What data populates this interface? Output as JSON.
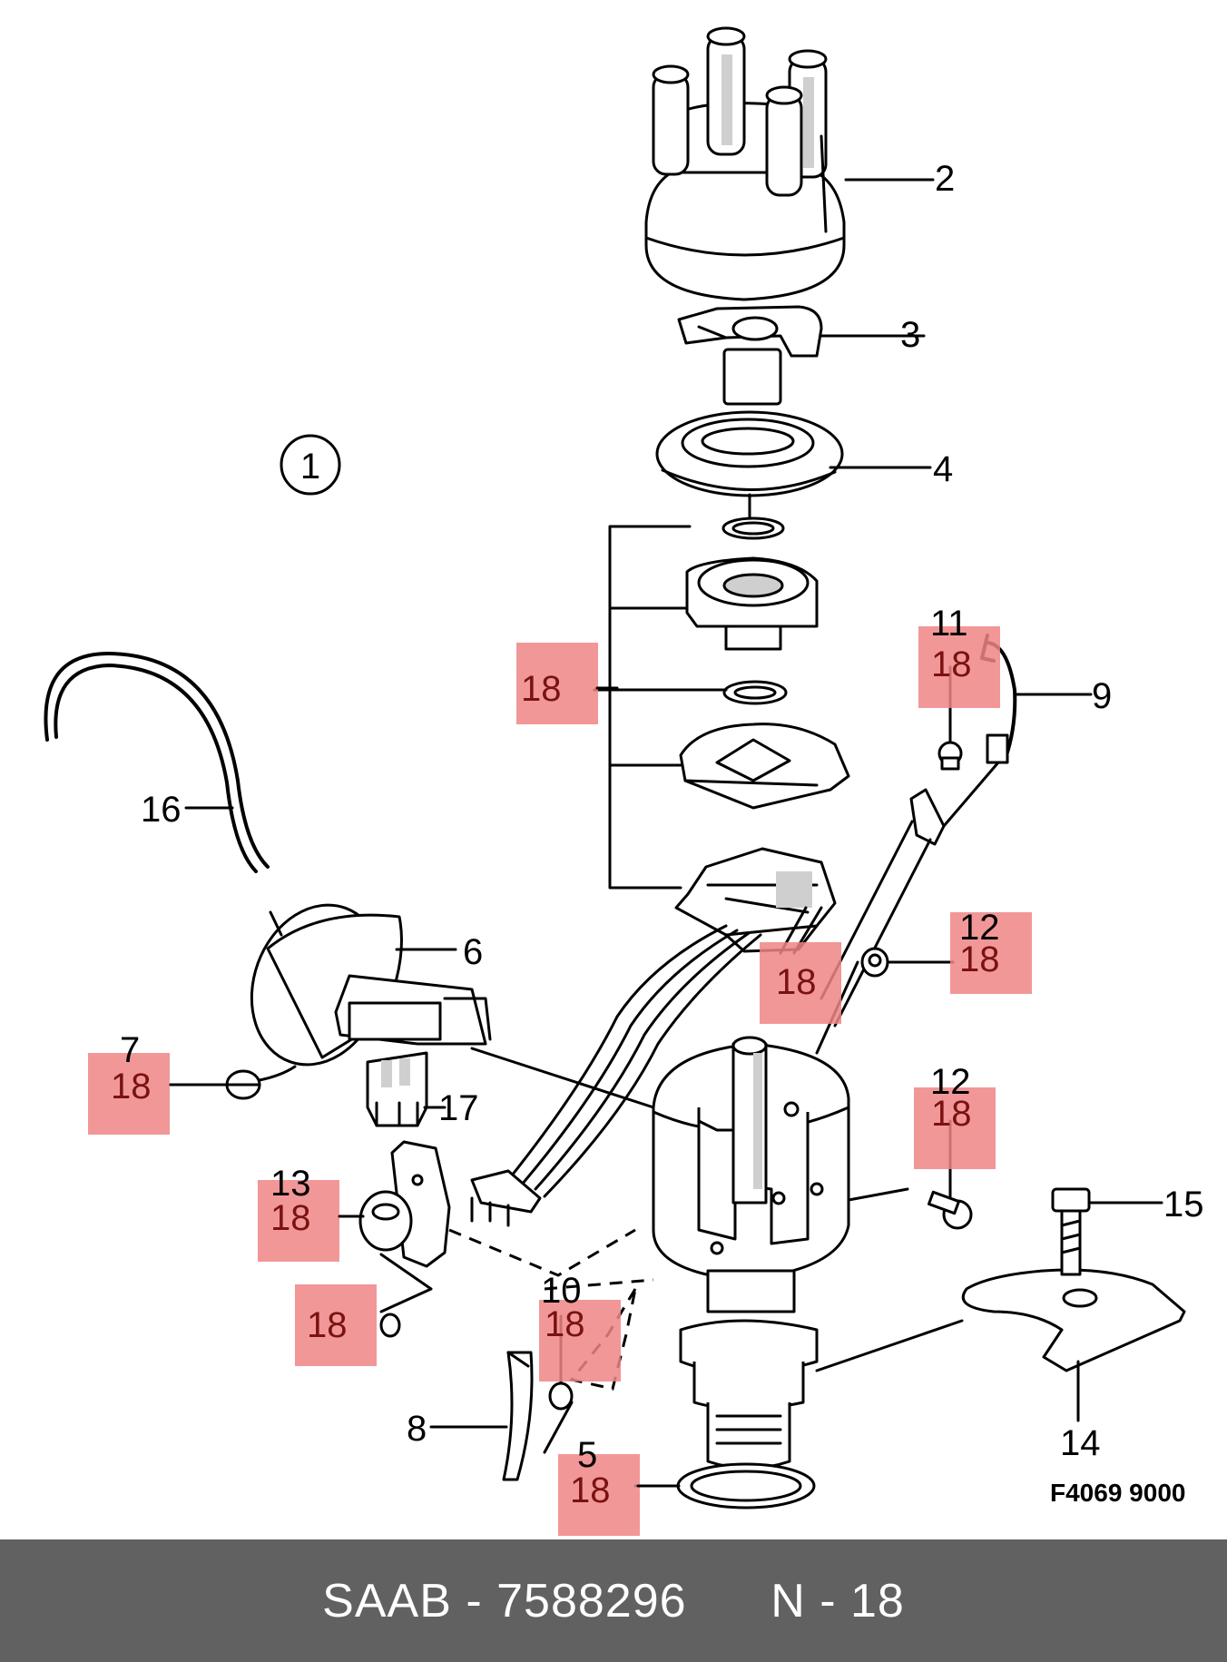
{
  "diagram": {
    "view_marker": "1",
    "figure_code": "F4069 9000",
    "callouts": [
      {
        "id": "2",
        "number": "2"
      },
      {
        "id": "3",
        "number": "3"
      },
      {
        "id": "4",
        "number": "4"
      },
      {
        "id": "5",
        "number": "5",
        "qty": "18"
      },
      {
        "id": "6",
        "number": "6"
      },
      {
        "id": "7",
        "number": "7",
        "qty": "18"
      },
      {
        "id": "8",
        "number": "8"
      },
      {
        "id": "9",
        "number": "9"
      },
      {
        "id": "10",
        "number": "10",
        "qty": "18"
      },
      {
        "id": "11",
        "number": "11",
        "qty": "18"
      },
      {
        "id": "12a",
        "number": "12",
        "qty": "18"
      },
      {
        "id": "12b",
        "number": "12",
        "qty": "18"
      },
      {
        "id": "13",
        "number": "13",
        "qty": "18"
      },
      {
        "id": "14",
        "number": "14"
      },
      {
        "id": "15",
        "number": "15"
      },
      {
        "id": "16",
        "number": "16"
      },
      {
        "id": "17",
        "number": "17"
      },
      {
        "id": "bracket",
        "qty": "18"
      },
      {
        "id": "harness",
        "qty": "18"
      },
      {
        "id": "screw13",
        "qty": "18"
      }
    ]
  },
  "footer": {
    "part_label": "SAAB - 7588296",
    "qty_label": "N - 18"
  },
  "colors": {
    "highlight": "#f08585",
    "footer_bg": "#616161",
    "footer_text": "#ffffff"
  }
}
